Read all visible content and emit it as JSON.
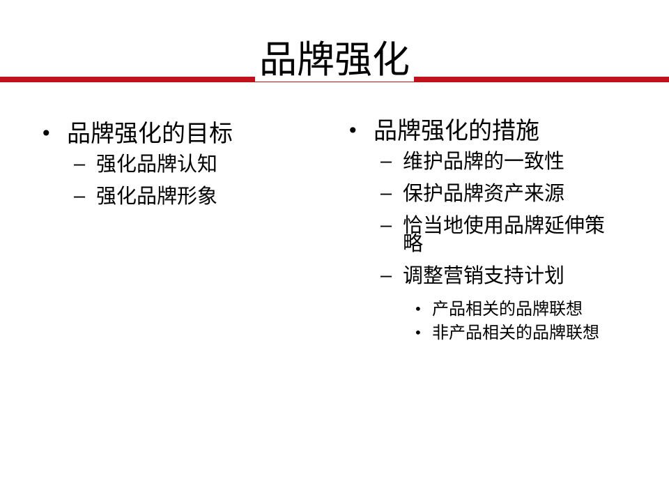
{
  "slide": {
    "title": "品牌强化",
    "accent_color": "#c0121d"
  },
  "left": {
    "heading": "品牌强化的目标",
    "items": [
      "强化品牌认知",
      "强化品牌形象"
    ]
  },
  "right": {
    "heading": "品牌强化的措施",
    "items": [
      "维护品牌的一致性",
      "保护品牌资产来源",
      "恰当地使用品牌延伸策略",
      "调整营销支持计划"
    ],
    "subitems": [
      "产品相关的品牌联想",
      "非产品相关的品牌联想"
    ]
  },
  "glyphs": {
    "bullet": "•",
    "dash": "–"
  }
}
